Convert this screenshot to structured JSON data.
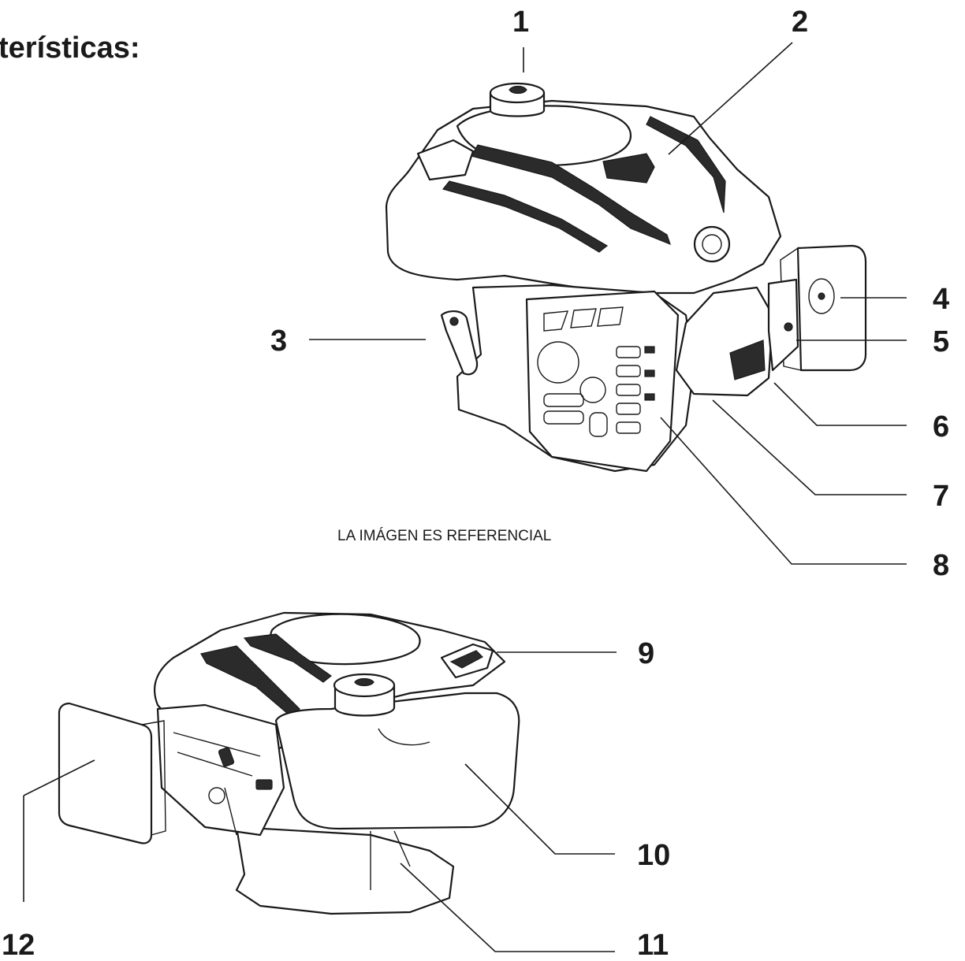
{
  "heading": "terísticas:",
  "caption": "LA IMÁGEN ES REFERENCIAL",
  "callouts": {
    "c1": "1",
    "c2": "2",
    "c3": "3",
    "c4": "4",
    "c5": "5",
    "c6": "6",
    "c7": "7",
    "c8": "8",
    "c9": "9",
    "c10": "10",
    "c11": "11",
    "c12": "12"
  }
}
